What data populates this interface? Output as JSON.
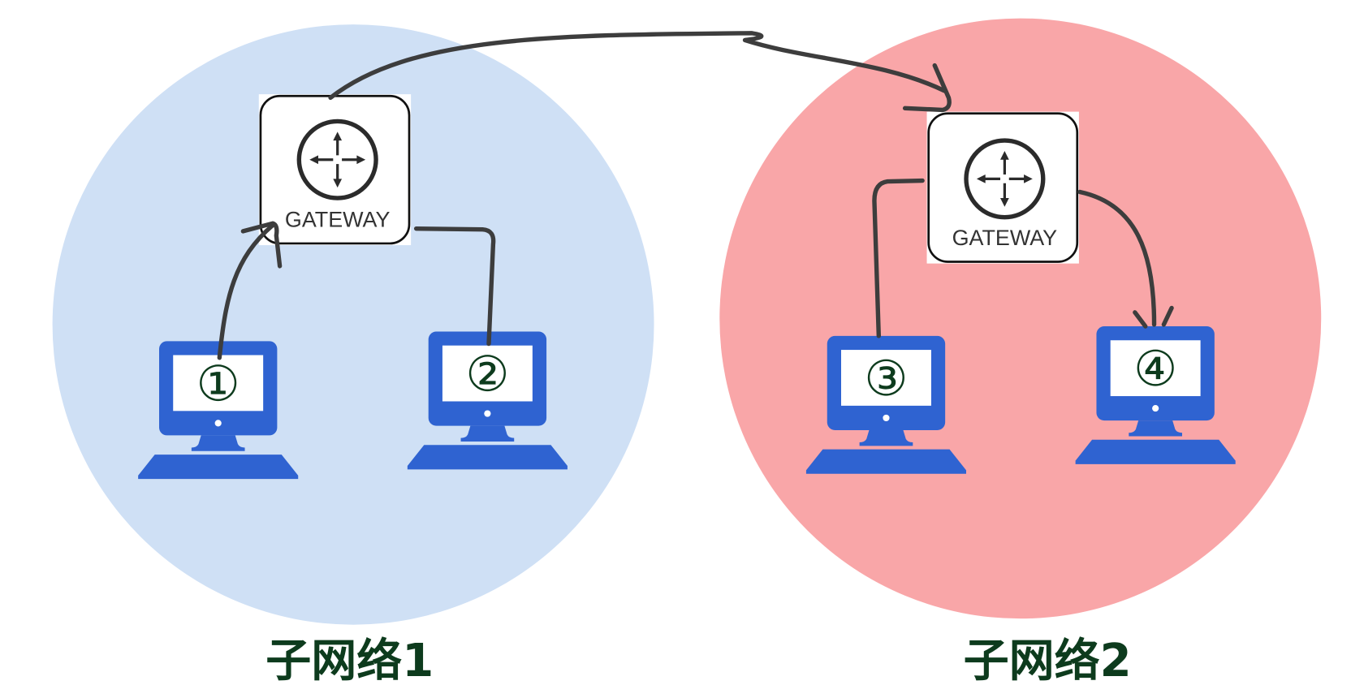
{
  "diagram": {
    "title": "Two subnets connected via gateways",
    "colors": {
      "subnet1_fill": "#cfe0f5",
      "subnet2_fill": "#f9a6a8",
      "computer": "#2f63d1",
      "wire": "#3d3d3d",
      "label": "#0d3b1d",
      "gateway_border": "#111111"
    },
    "subnets": [
      {
        "id": "subnet1",
        "label": "子网络1"
      },
      {
        "id": "subnet2",
        "label": "子网络2"
      }
    ],
    "gateways": [
      {
        "id": "gw1",
        "subnet": "subnet1",
        "label": "GATEWAY",
        "icon": "router-arrows-icon"
      },
      {
        "id": "gw2",
        "subnet": "subnet2",
        "label": "GATEWAY",
        "icon": "router-arrows-icon"
      }
    ],
    "computers": [
      {
        "id": "pc1",
        "subnet": "subnet1",
        "number": "①"
      },
      {
        "id": "pc2",
        "subnet": "subnet1",
        "number": "②"
      },
      {
        "id": "pc3",
        "subnet": "subnet2",
        "number": "③"
      },
      {
        "id": "pc4",
        "subnet": "subnet2",
        "number": "④"
      }
    ],
    "links": [
      {
        "from": "pc1",
        "to": "gw1",
        "arrow": "to"
      },
      {
        "from": "gw1",
        "to": "pc2",
        "arrow": "none"
      },
      {
        "from": "gw1",
        "to": "gw2",
        "arrow": "to"
      },
      {
        "from": "gw2",
        "to": "pc3",
        "arrow": "none"
      },
      {
        "from": "gw2",
        "to": "pc4",
        "arrow": "to"
      }
    ]
  }
}
